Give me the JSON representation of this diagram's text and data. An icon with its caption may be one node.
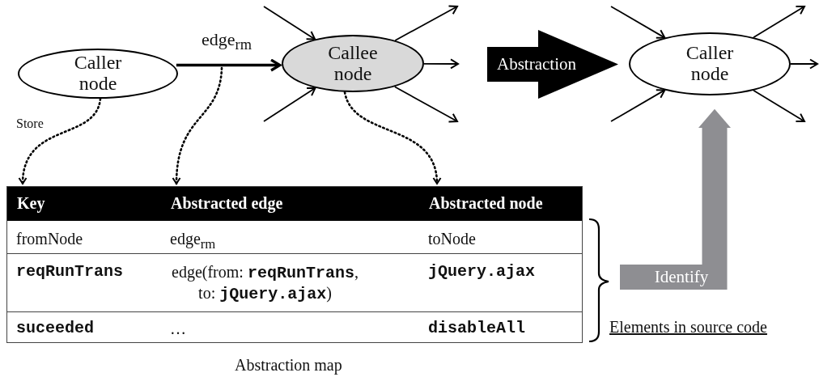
{
  "diagram": {
    "nodes": [
      {
        "text": [
          "Caller node"
        ]
      },
      {
        "text": [
          "Callee node"
        ]
      },
      {
        "text": [
          "Abstraction"
        ]
      },
      {
        "text": [
          "Caller node"
        ]
      },
      {
        "text": [
          "Key"
        ]
      },
      {
        "text": [
          "Abstracted edge"
        ]
      },
      {
        "text": [
          "Abstracted node"
        ]
      },
      {
        "text": [
          "Identify"
        ]
      }
    ],
    "edges": [
      {
        "from": 0,
        "to": 1,
        "arrow": "to",
        "label": "edge$_{rm}$",
        "style": "thick"
      },
      {
        "from": 0,
        "to": 4,
        "arrow": "to",
        "label": "Store",
        "style": "dashed"
      },
      {
        "from": null,
        "to": 5,
        "arrow": "to",
        "style": "dashed"
      },
      {
        "from": 1,
        "to": 6,
        "arrow": "to",
        "style": "dashed"
      },
      {
        "from": null,
        "to": 1,
        "arrow": "to"
      },
      {
        "from": null,
        "to": 1,
        "arrow": "to"
      },
      {
        "from": 1,
        "to": null,
        "arrow": "to"
      },
      {
        "from": 1,
        "to": null,
        "arrow": "to"
      },
      {
        "from": 1,
        "to": null,
        "arrow": "to"
      },
      {
        "from": null,
        "to": 3,
        "arrow": "to"
      },
      {
        "from": null,
        "to": 3,
        "arrow": "to"
      },
      {
        "from": 3,
        "to": null,
        "arrow": "to"
      },
      {
        "from": 3,
        "to": null,
        "arrow": "to"
      },
      {
        "from": 3,
        "to": null,
        "arrow": "to"
      },
      {
        "from": 7,
        "to": 3,
        "arrow": "to",
        "style": "thick",
        "color": "#8e8e92"
      }
    ],
    "labels": [
      "fromNode",
      "edge$_{rm}$",
      "toNode",
      "reqRunTrans",
      "edge(from: **reqRunTrans**, to: **jQuery.ajax**)",
      "jQuery.ajax",
      "suceeded",
      "…",
      "disableAll",
      "Elements in source code",
      "Abstraction map"
    ]
  }
}
